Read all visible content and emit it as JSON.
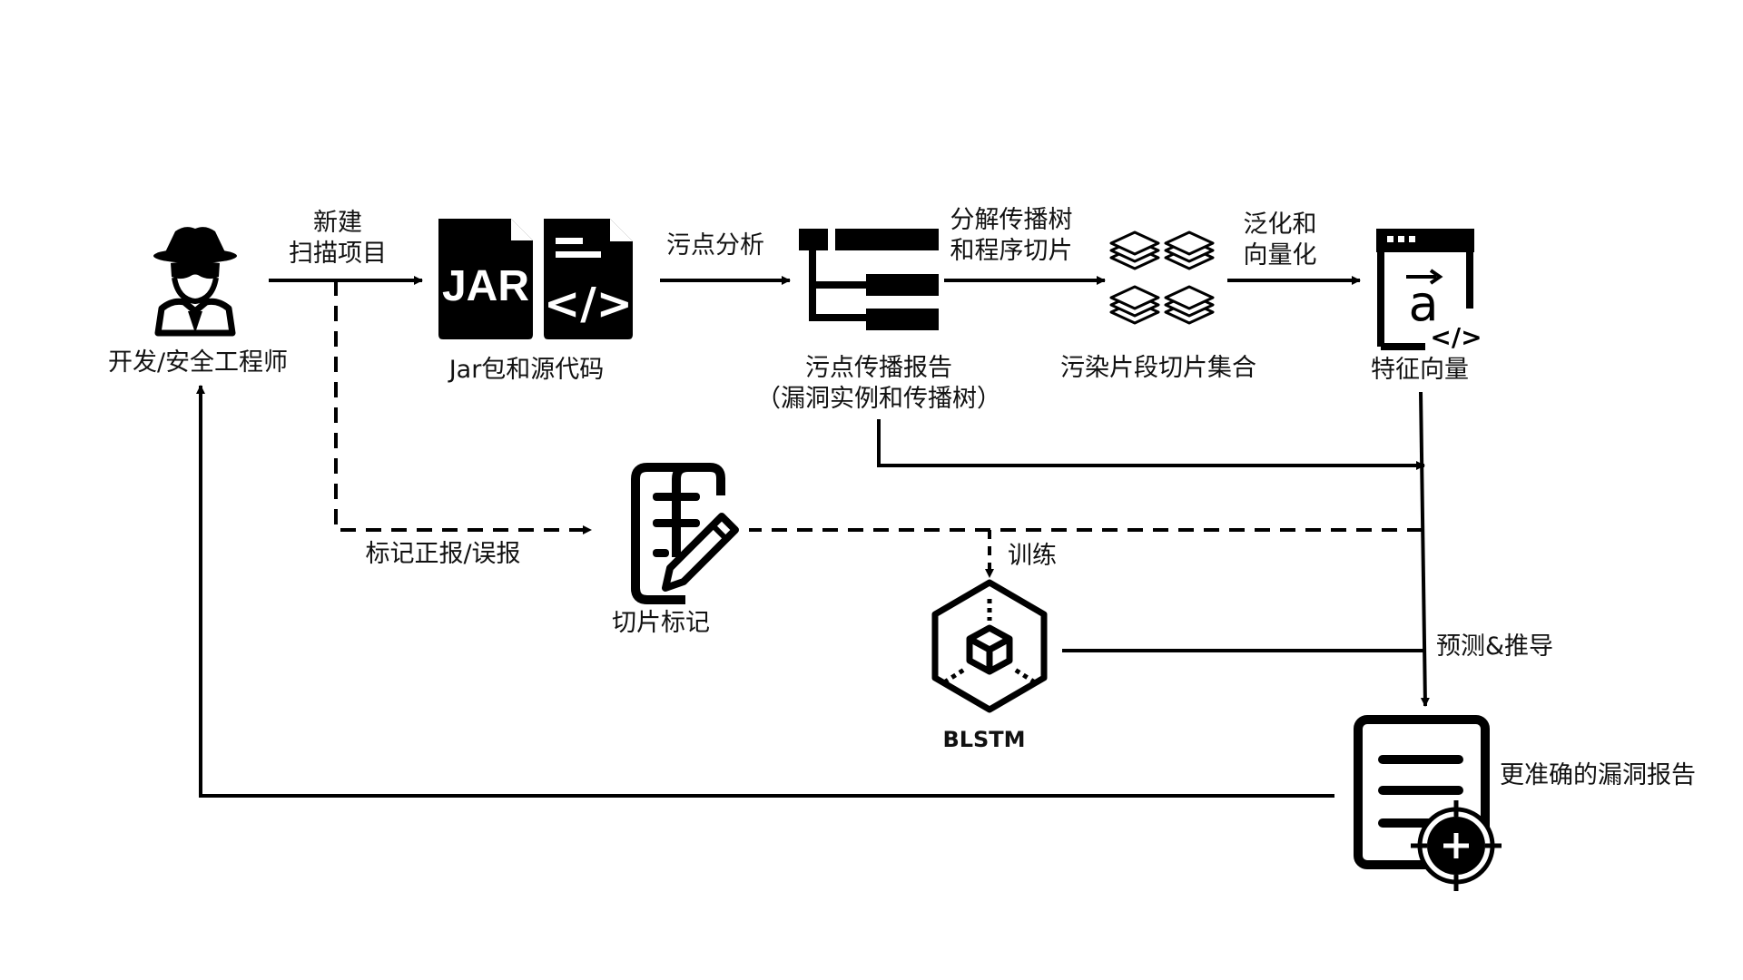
{
  "colors": {
    "ink": "#000000",
    "text": "#111111",
    "background": "#ffffff"
  },
  "nodes": {
    "engineer": {
      "label": "开发/安全工程师",
      "icon": "spy-user-icon"
    },
    "jar_source": {
      "label": "Jar包和源代码",
      "icon_text": "JAR",
      "code_glyph": "</>",
      "icons": [
        "jar-file-icon",
        "code-file-icon"
      ]
    },
    "taint_report": {
      "label_line1": "污点传播报告",
      "label_line2": "（漏洞实例和传播树）",
      "icon": "tree-list-icon"
    },
    "slices": {
      "label": "污染片段切片集合",
      "icon": "stacked-layers-icon"
    },
    "features": {
      "label": "特征向量",
      "vector_glyph": "a",
      "code_glyph": "</>",
      "icon": "vector-window-icon"
    },
    "slice_mark": {
      "label": "切片标记",
      "icon": "document-edit-icon"
    },
    "blstm": {
      "label": "BLSTM",
      "icon": "cube-model-icon"
    },
    "final_report": {
      "label": "更准确的漏洞报告",
      "icon": "report-target-icon"
    }
  },
  "edges": {
    "new_scan": {
      "line1": "新建",
      "line2": "扫描项目"
    },
    "taint_analysis": {
      "label": "污点分析"
    },
    "decompose": {
      "line1": "分解传播树",
      "line2": "和程序切片"
    },
    "generalize": {
      "line1": "泛化和",
      "line2": "向量化"
    },
    "mark": {
      "label": "标记正报/误报"
    },
    "train": {
      "label": "训练"
    },
    "predict": {
      "label": "预测&推导"
    }
  }
}
